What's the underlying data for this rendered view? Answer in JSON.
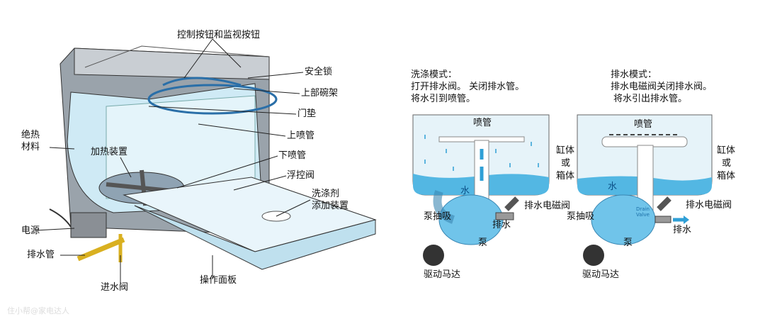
{
  "left_diagram": {
    "labels": {
      "controls": "控制按钮和监视按钮",
      "safety_lock": "安全锁",
      "upper_rack": "上部碗架",
      "door_seal": "门垫",
      "upper_spray_arm": "上喷管",
      "lower_spray_arm": "下喷管",
      "float_valve": "浮控阀",
      "detergent_1": "洗涤剂",
      "detergent_2": "添加装置",
      "control_panel": "操作面板",
      "inlet_valve": "进水阀",
      "drain_hose": "排水管",
      "power": "电源",
      "insulation_1": "绝热",
      "insulation_2": "材料",
      "heater": "加热装置"
    }
  },
  "wash_mode": {
    "title": "洗涤模式：",
    "line1": "打开排水阀。 关闭排水管。",
    "line2": "将水引到喷管。",
    "spray": "喷管",
    "tub_1": "缸体",
    "tub_2": "或",
    "tub_3": "箱体",
    "water": "水",
    "pump_suction": "泵抽吸",
    "drain": "排水",
    "solenoid": "排水电磁阀",
    "pump": "泵",
    "motor": "驱动马达"
  },
  "drain_mode": {
    "title": "排水模式：",
    "line1": "排水电磁阀关闭排水阀。",
    "line2": "将水引出排水管。",
    "spray": "喷管",
    "tub_1": "缸体",
    "tub_2": "或",
    "tub_3": "箱体",
    "water": "水",
    "drain_valve_1": "Drain",
    "drain_valve_2": "Valve",
    "solenoid": "排水电磁阀",
    "pump_suction": "泵抽吸",
    "drain": "排水",
    "pump": "泵",
    "motor": "驱动马达"
  },
  "watermark": "住小帮@家电达人"
}
